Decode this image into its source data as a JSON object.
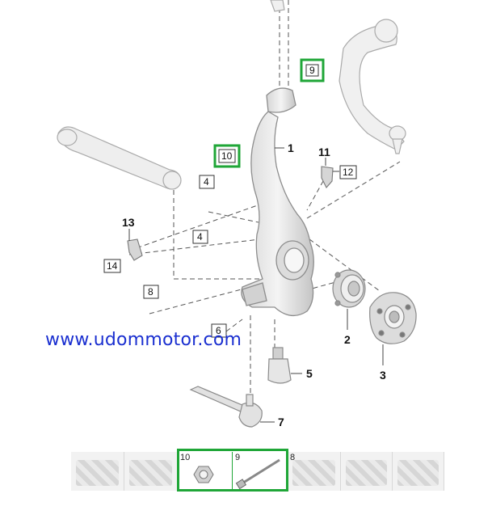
{
  "callouts": [
    {
      "id": "c1",
      "label": "1",
      "style": "plain"
    },
    {
      "id": "c2",
      "label": "2",
      "style": "plain"
    },
    {
      "id": "c3",
      "label": "3",
      "style": "plain"
    },
    {
      "id": "c4a",
      "label": "4",
      "style": "box"
    },
    {
      "id": "c4b",
      "label": "4",
      "style": "box"
    },
    {
      "id": "c5",
      "label": "5",
      "style": "plain"
    },
    {
      "id": "c6",
      "label": "6",
      "style": "box"
    },
    {
      "id": "c7",
      "label": "7",
      "style": "plain"
    },
    {
      "id": "c8",
      "label": "8",
      "style": "box"
    },
    {
      "id": "c9",
      "label": "9",
      "style": "highlight"
    },
    {
      "id": "c10",
      "label": "10",
      "style": "highlight"
    },
    {
      "id": "c11",
      "label": "11",
      "style": "plain"
    },
    {
      "id": "c12",
      "label": "12",
      "style": "box"
    },
    {
      "id": "c13",
      "label": "13",
      "style": "plain"
    },
    {
      "id": "c14",
      "label": "14",
      "style": "box"
    }
  ],
  "watermark": "www.udommotor.com",
  "thumbnails": [
    {
      "label": "",
      "highlighted": false
    },
    {
      "label": "",
      "highlighted": false
    },
    {
      "label": "10",
      "highlighted": true,
      "icon": "nut-icon"
    },
    {
      "label": "9",
      "highlighted": true,
      "icon": "bolt-icon"
    },
    {
      "label": "8",
      "highlighted": false
    },
    {
      "label": "",
      "highlighted": false
    },
    {
      "label": "",
      "highlighted": false
    },
    {
      "label": "",
      "highlighted": false
    }
  ],
  "colors": {
    "highlight": "#1fa637",
    "watermark": "#1a2fd0",
    "part_fill": "#ececec",
    "part_stroke": "#9a9a9a"
  }
}
